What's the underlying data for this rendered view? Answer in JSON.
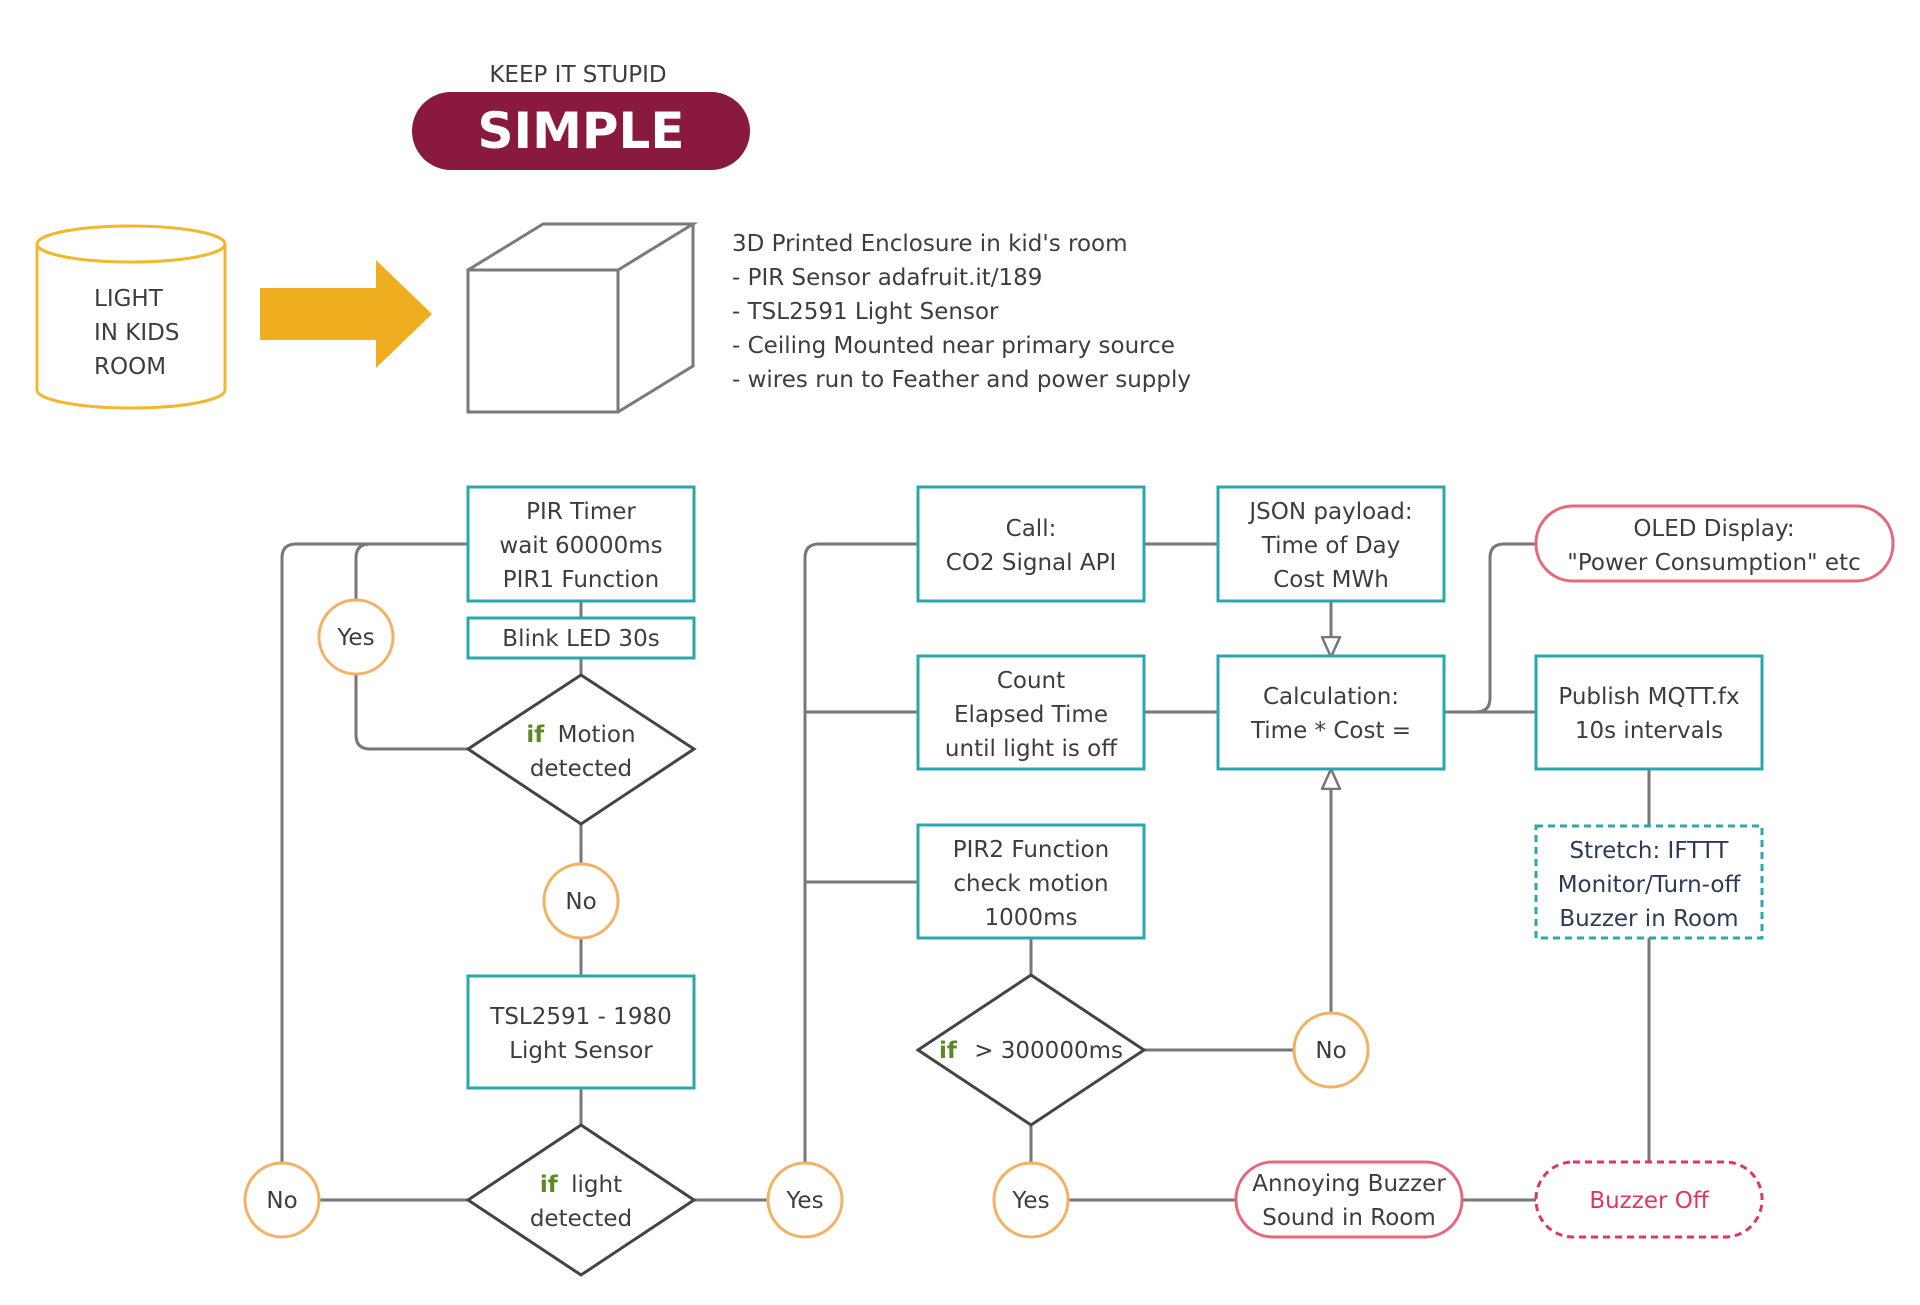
{
  "header": {
    "kicker": "KEEP IT STUPID",
    "badge": "SIMPLE"
  },
  "colors": {
    "badge": "#8a1a3d",
    "teal": "#2aa7ad",
    "orange": "#f3b162",
    "arrow": "#eeae1f",
    "cylinder": "#f0b82a",
    "pink": "#e8677a",
    "line": "#777777",
    "keyword": "#5b8a22"
  },
  "cylinder": {
    "lines": [
      "LIGHT",
      "IN KIDS",
      "ROOM"
    ]
  },
  "enclosure_notes": [
    "3D Printed Enclosure in kid's room",
    "- PIR Sensor adafruit.it/189",
    "- TSL2591 Light Sensor",
    "- Ceiling Mounted near primary source",
    "- wires run to Feather and power supply"
  ],
  "nodes": {
    "pir_timer": [
      "PIR Timer",
      "wait 60000ms",
      "PIR1 Function"
    ],
    "blink_led": [
      "Blink LED 30s"
    ],
    "motion_kw": "if",
    "motion_rest": [
      "Motion",
      "detected"
    ],
    "tsl": [
      "TSL2591 - 1980",
      "Light Sensor"
    ],
    "light_kw": "if",
    "light_rest": [
      "light",
      "detected"
    ],
    "call_api": [
      "Call:",
      "CO2 Signal API"
    ],
    "json_payload": [
      "JSON payload:",
      "Time of Day",
      "Cost MWh"
    ],
    "count_elapsed": [
      "Count",
      "Elapsed Time",
      "until light is off"
    ],
    "calculation": [
      "Calculation:",
      "Time * Cost ="
    ],
    "pir2": [
      "PIR2 Function",
      "check motion",
      "1000ms"
    ],
    "elapsed_kw": "if",
    "elapsed_rest": "> 300000ms",
    "oled": [
      "OLED Display:",
      "\"Power Consumption\" etc"
    ],
    "mqtt": [
      "Publish MQTT.fx",
      "10s intervals"
    ],
    "ifttt": [
      "Stretch: IFTTT",
      "Monitor/Turn-off",
      "Buzzer in Room"
    ],
    "buzzer": [
      "Annoying Buzzer",
      "Sound in Room"
    ],
    "buzzer_off": "Buzzer Off"
  },
  "circles": {
    "yes_motion": "Yes",
    "no_motion": "No",
    "no_light": "No",
    "yes_light": "Yes",
    "no_elapsed": "No",
    "yes_elapsed": "Yes"
  }
}
